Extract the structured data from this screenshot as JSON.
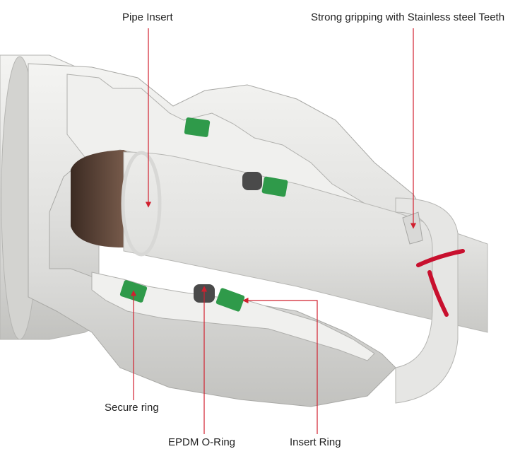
{
  "labels": {
    "pipe_insert": "Pipe Insert",
    "teeth": "Strong gripping with Stainless steel Teeth",
    "secure_ring": "Secure ring",
    "epdm_oring": "EPDM O-Ring",
    "insert_ring": "Insert Ring"
  },
  "colors": {
    "body": "#e4e4e2",
    "shadow": "#b9b9b6",
    "cut": "#f2f2f0",
    "green": "#2f9a4a",
    "oring": "#4a4a4a",
    "bore": "#6b4a3a",
    "leader": "#d1202f",
    "text": "#222222"
  }
}
